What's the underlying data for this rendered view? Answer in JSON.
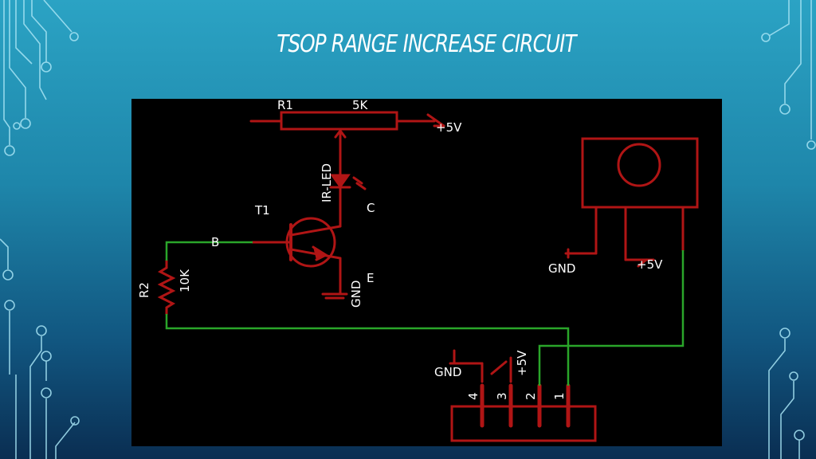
{
  "slide": {
    "title": "TSOP RANGE INCREASE CIRCUIT"
  },
  "colors": {
    "background_top": "#2ba3c4",
    "background_bottom": "#0a2e52",
    "wire_red": "#b01515",
    "wire_green": "#2aa52a",
    "label": "#ffffff"
  },
  "schematic": {
    "r1": {
      "name": "R1",
      "value": "5K"
    },
    "r2": {
      "name": "R2",
      "value": "10K"
    },
    "transistor": {
      "name": "T1",
      "base": "B",
      "collector": "C",
      "emitter": "E"
    },
    "led": {
      "name": "IR-LED"
    },
    "power_r1": "+5V",
    "gnd_emitter": "GND",
    "tsop": {
      "gnd": "GND",
      "vcc": "+5V"
    },
    "connector": {
      "gnd": "GND",
      "vcc": "+5V",
      "pins": [
        "4",
        "3",
        "2",
        "1"
      ]
    }
  }
}
